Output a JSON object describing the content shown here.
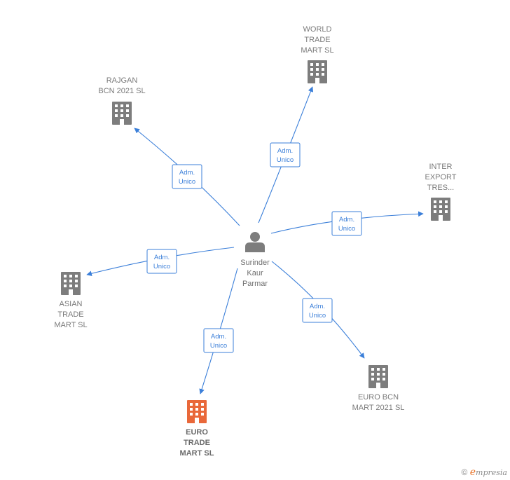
{
  "center": {
    "label": [
      "Surinder",
      "Kaur",
      "Parmar"
    ],
    "icon": "person-icon"
  },
  "colors": {
    "edge": "#3b7fd9",
    "building": "#7d7d7d",
    "focus_building": "#e9683a",
    "person": "#7d7d7d"
  },
  "nodes": [
    {
      "id": "world",
      "label": [
        "WORLD",
        "TRADE",
        "MART  SL"
      ],
      "icon": "building-icon",
      "focus": false
    },
    {
      "id": "rajgan",
      "label": [
        "RAJGAN",
        "BCN 2021  SL"
      ],
      "icon": "building-icon",
      "focus": false
    },
    {
      "id": "inter",
      "label": [
        "INTER",
        "EXPORT",
        "TRES..."
      ],
      "icon": "building-icon",
      "focus": false
    },
    {
      "id": "asian",
      "label": [
        "ASIAN",
        "TRADE",
        "MART  SL"
      ],
      "icon": "building-icon",
      "focus": false
    },
    {
      "id": "eurobcn",
      "label": [
        "EURO BCN",
        "MART 2021  SL"
      ],
      "icon": "building-icon",
      "focus": false
    },
    {
      "id": "euro",
      "label": [
        "EURO",
        "TRADE",
        "MART  SL"
      ],
      "icon": "building-icon",
      "focus": true
    }
  ],
  "edges": [
    {
      "to": "world",
      "label": [
        "Adm.",
        "Unico"
      ]
    },
    {
      "to": "rajgan",
      "label": [
        "Adm.",
        "Unico"
      ]
    },
    {
      "to": "inter",
      "label": [
        "Adm.",
        "Unico"
      ]
    },
    {
      "to": "asian",
      "label": [
        "Adm.",
        "Unico"
      ]
    },
    {
      "to": "eurobcn",
      "label": [
        "Adm.",
        "Unico"
      ]
    },
    {
      "to": "euro",
      "label": [
        "Adm.",
        "Unico"
      ]
    }
  ],
  "brand": {
    "copyright": "©",
    "initial": "e",
    "rest": "mpresia"
  }
}
